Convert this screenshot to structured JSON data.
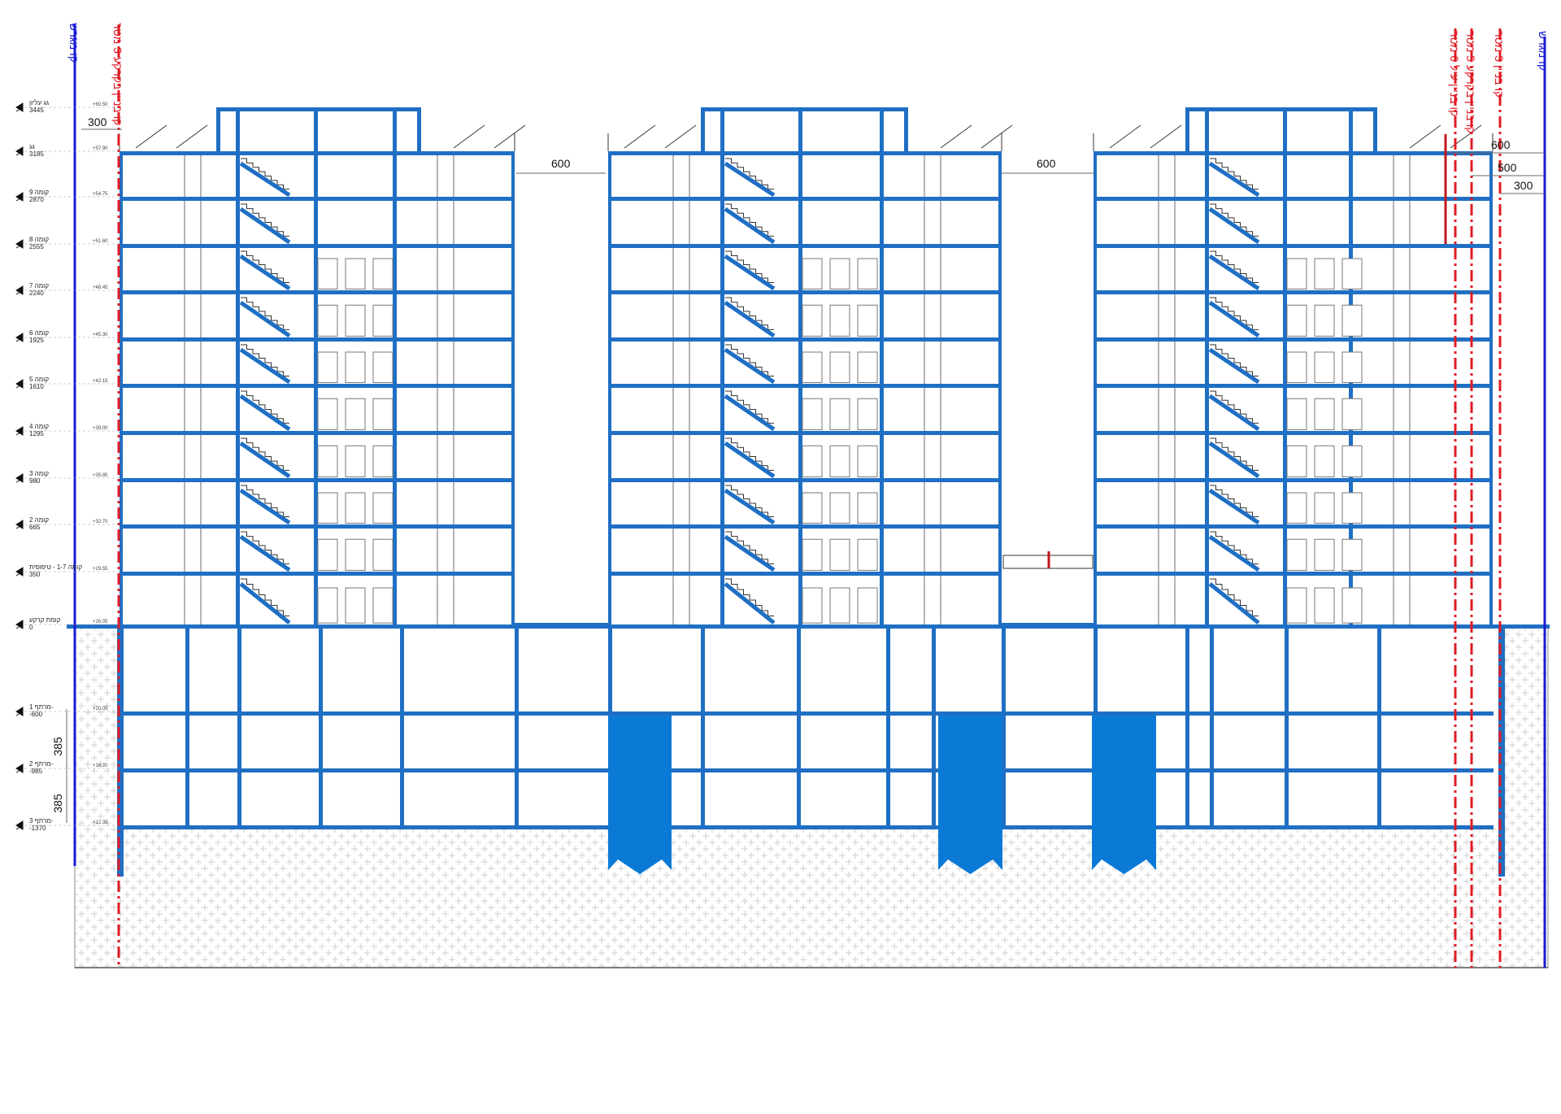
{
  "boundary_lines": {
    "left_label": "קו מגרש",
    "right_label": "קו מגרש"
  },
  "setback_lines": {
    "left": "קו בניין בקרקע 3 מטר",
    "right_6": "קו בניין עיל 6 מטר",
    "right_5": "קו בניין בקרקע 5 מטר",
    "right_3": "קו בניין 3 מטר"
  },
  "levels": [
    {
      "name": "גג עליון",
      "value": "3445",
      "elev": "+60.50"
    },
    {
      "name": "גג",
      "value": "3185",
      "elev": "+57.90"
    },
    {
      "name": "קומה 9",
      "value": "2870",
      "elev": "+54.75"
    },
    {
      "name": "קומה 8",
      "value": "2555",
      "elev": "+51.60"
    },
    {
      "name": "קומה 7",
      "value": "2240",
      "elev": "+48.45"
    },
    {
      "name": "קומה 6",
      "value": "1925",
      "elev": "+45.30"
    },
    {
      "name": "קומה 5",
      "value": "1610",
      "elev": "+42.15"
    },
    {
      "name": "קומה 4",
      "value": "1295",
      "elev": "+39.00"
    },
    {
      "name": "קומה 3",
      "value": "980",
      "elev": "+35.85"
    },
    {
      "name": "קומה 2",
      "value": "665",
      "elev": "+32.70"
    },
    {
      "name": "קומה 1-7 - טיפוסית",
      "value": "350",
      "elev": "+29.55"
    },
    {
      "name": "קומת קרקע",
      "value": "0",
      "elev": "+26.05"
    },
    {
      "name": "מרתף 1-",
      "value": "-600",
      "elev": "+20.05"
    },
    {
      "name": "מרתף 2-",
      "value": "-985",
      "elev": "+16.20"
    },
    {
      "name": "מרתף 3-",
      "value": "-1370",
      "elev": "+12.35"
    }
  ],
  "dimensions": {
    "roof_left": "300",
    "gap_1": "600",
    "gap_2": "600",
    "right_600": "600",
    "right_500": "500",
    "right_300": "300",
    "basement_1": "385",
    "basement_2": "385"
  },
  "colors": {
    "structure": "#1f6fc4",
    "core": "#0b7ad6",
    "boundary": "#1a1ad6",
    "setback": "#e01b24"
  }
}
